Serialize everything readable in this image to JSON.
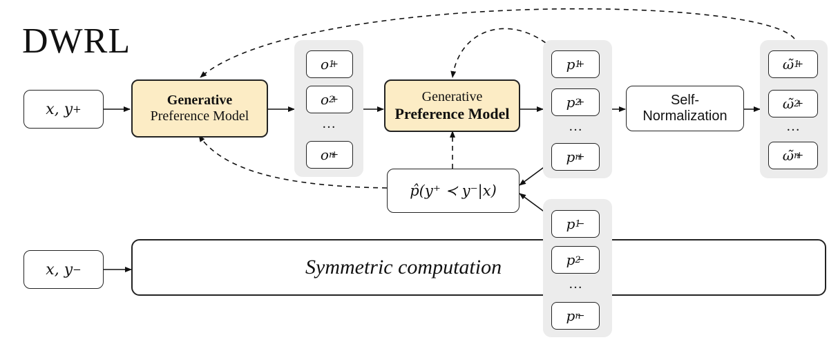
{
  "title": "DWRL",
  "input_pos": {
    "x": "x",
    "sep": ",",
    "y": "y",
    "sign": "+"
  },
  "input_neg": {
    "x": "x",
    "sep": ",",
    "y": "y",
    "sign": "−"
  },
  "model1": {
    "line1": "Generative",
    "line2": "Preference Model"
  },
  "model2": {
    "line1": "Generative",
    "line2": "Preference Model"
  },
  "outputs_o": {
    "symbol": "o",
    "items": [
      {
        "sub": "1",
        "sup": "+"
      },
      {
        "sub": "2",
        "sup": "+"
      },
      {
        "sub": "n",
        "sup": "+"
      }
    ],
    "ellipsis": "…"
  },
  "probs_pos": {
    "symbol": "p",
    "items": [
      {
        "sub": "1",
        "sup": "+"
      },
      {
        "sub": "2",
        "sup": "+"
      },
      {
        "sub": "n",
        "sup": "+"
      }
    ],
    "ellipsis": "…"
  },
  "probs_neg": {
    "symbol": "p",
    "items": [
      {
        "sub": "1",
        "sup": "−"
      },
      {
        "sub": "2",
        "sup": "−"
      },
      {
        "sub": "n",
        "sup": "−"
      }
    ],
    "ellipsis": "…"
  },
  "normalization": {
    "line1": "Self-",
    "line2": "Normalization"
  },
  "weights": {
    "symbol": "ω̃",
    "items": [
      {
        "sub": "1",
        "sup": "+"
      },
      {
        "sub": "2",
        "sup": "+"
      },
      {
        "sub": "n",
        "sup": "+"
      }
    ],
    "ellipsis": "…"
  },
  "estimator": {
    "text": "p̂(y⁺ ≺ y⁻|x)"
  },
  "symmetric": {
    "text": "Symmetric computation"
  }
}
